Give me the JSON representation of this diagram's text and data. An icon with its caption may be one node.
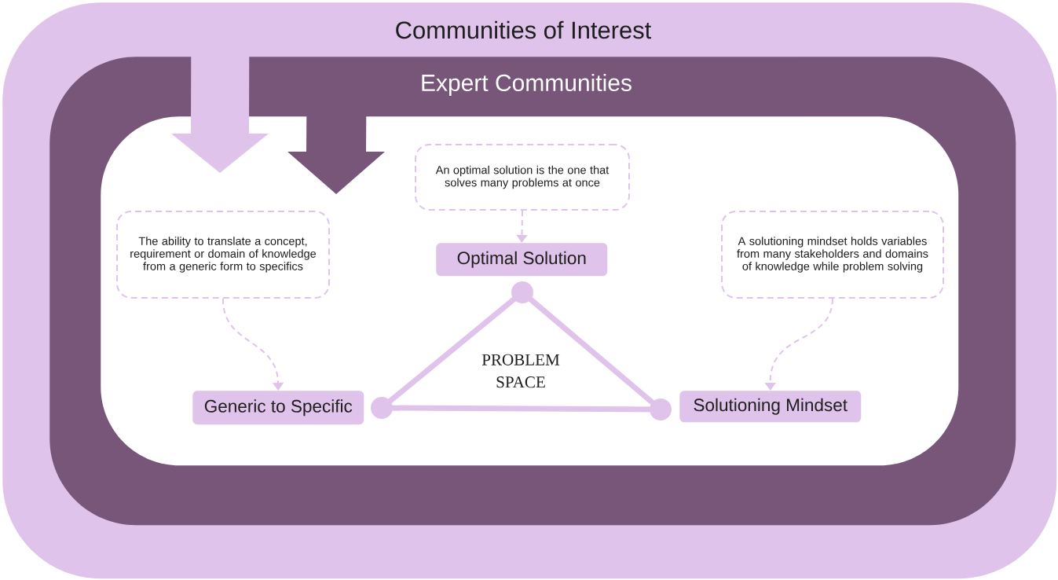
{
  "diagram": {
    "nodes": [
      {
        "text": [
          "Communities of Interest"
        ]
      },
      {
        "text": [
          "Expert Communities"
        ],
        "in": 0
      },
      {
        "text": [],
        "shape": "box",
        "in": 1
      },
      {
        "text": [
          "The ability to translate a concept, requirement or domain of knowledge from a generic form to specifics"
        ],
        "in": 2
      },
      {
        "text": [
          "An optimal solution is the one that solves many problems at once"
        ],
        "in": 2
      },
      {
        "text": [
          "A solutioning mindset holds variables from many stakeholders and domains of knowledge while problem solving"
        ],
        "in": 2
      },
      {
        "text": [
          "Optimal Solution"
        ],
        "in": 2
      },
      {
        "text": [
          "Generic to Specific"
        ],
        "in": 2
      },
      {
        "text": [
          "Solutioning Mindset"
        ],
        "in": 2
      },
      {
        "text": [
          "PROBLEM SPACE"
        ],
        "in": 2
      }
    ],
    "edges": [
      {
        "from": 0,
        "to": 2,
        "arrow": "to",
        "style": "thick"
      },
      {
        "from": 1,
        "to": 2,
        "arrow": "to",
        "style": "thick",
        "color": "#77567a"
      },
      {
        "from": 3,
        "to": 7,
        "arrow": "to",
        "style": "dashed"
      },
      {
        "from": 4,
        "to": 6,
        "arrow": "to",
        "style": "dashed"
      },
      {
        "from": 5,
        "to": 8,
        "arrow": "to",
        "style": "dashed"
      }
    ]
  }
}
